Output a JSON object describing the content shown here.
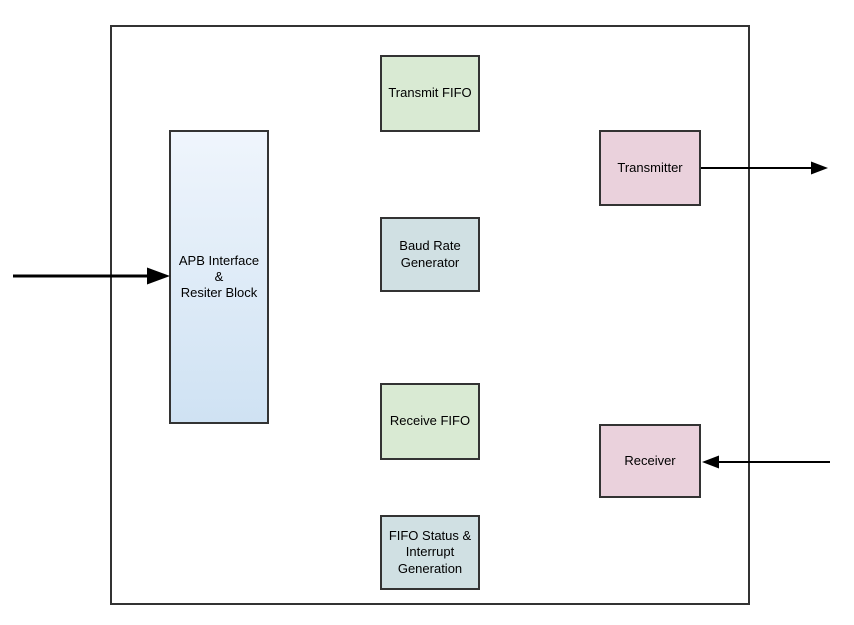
{
  "diagram": {
    "title": "",
    "type": "block-diagram",
    "blocks": {
      "apb": {
        "label": "APB Interface &\nResiter Block"
      },
      "transmit_fifo": {
        "label": "Transmit FIFO"
      },
      "baud_rate": {
        "label": "Baud Rate\nGenerator"
      },
      "receive_fifo": {
        "label": "Receive FIFO"
      },
      "fifo_status": {
        "label": "FIFO Status &\nInterrupt\nGeneration"
      },
      "transmitter": {
        "label": "Transmitter"
      },
      "receiver": {
        "label": "Receiver"
      }
    },
    "arrows": {
      "apb_input": {
        "direction": "left-to-right into APB Interface block"
      },
      "tx_output": {
        "direction": "right out of Transmitter block"
      },
      "rx_input": {
        "direction": "right-to-left into Receiver block"
      }
    }
  },
  "colors": {
    "outline": "#333333",
    "arrow": "#000000",
    "apb_gradient_top": "#eff5fc",
    "apb_gradient_bottom": "#cfe2f3",
    "fifo_green": "#d9ead3",
    "cyan_gray": "#d0e0e3",
    "pink": "#ead1dc",
    "background": "#ffffff"
  }
}
